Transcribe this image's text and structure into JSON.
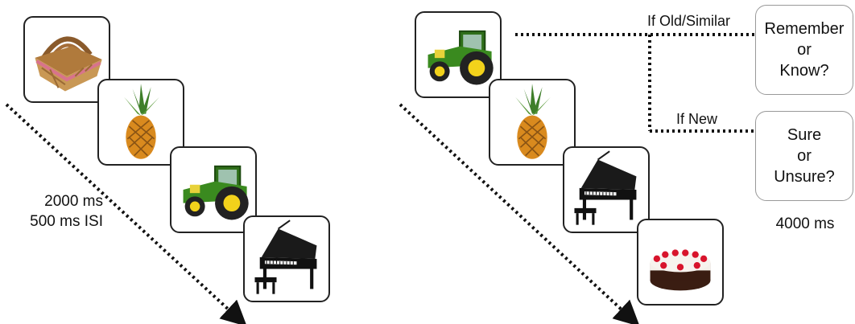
{
  "study": {
    "timing_1": "2000 ms",
    "timing_2": "500 ms ISI",
    "images": [
      {
        "icon": "picnic-basket-icon"
      },
      {
        "icon": "pineapple-icon"
      },
      {
        "icon": "tractor-icon"
      },
      {
        "icon": "grand-piano-icon"
      }
    ]
  },
  "test": {
    "images": [
      {
        "icon": "tractor-icon"
      },
      {
        "icon": "pineapple-icon"
      },
      {
        "icon": "grand-piano-icon"
      },
      {
        "icon": "cake-icon"
      }
    ],
    "branch_old": "If Old/Similar",
    "branch_new": "If New",
    "response_old": [
      "Remember",
      "or",
      "Know?"
    ],
    "response_new": [
      "Sure",
      "or",
      "Unsure?"
    ],
    "timing": "4000 ms"
  },
  "colors": {
    "tractor_green": "#3a8a1f",
    "wheel_yellow": "#f2d21b",
    "pineapple_body": "#d98a1e",
    "basket_tan": "#c99855",
    "cake_red": "#d8142c"
  }
}
